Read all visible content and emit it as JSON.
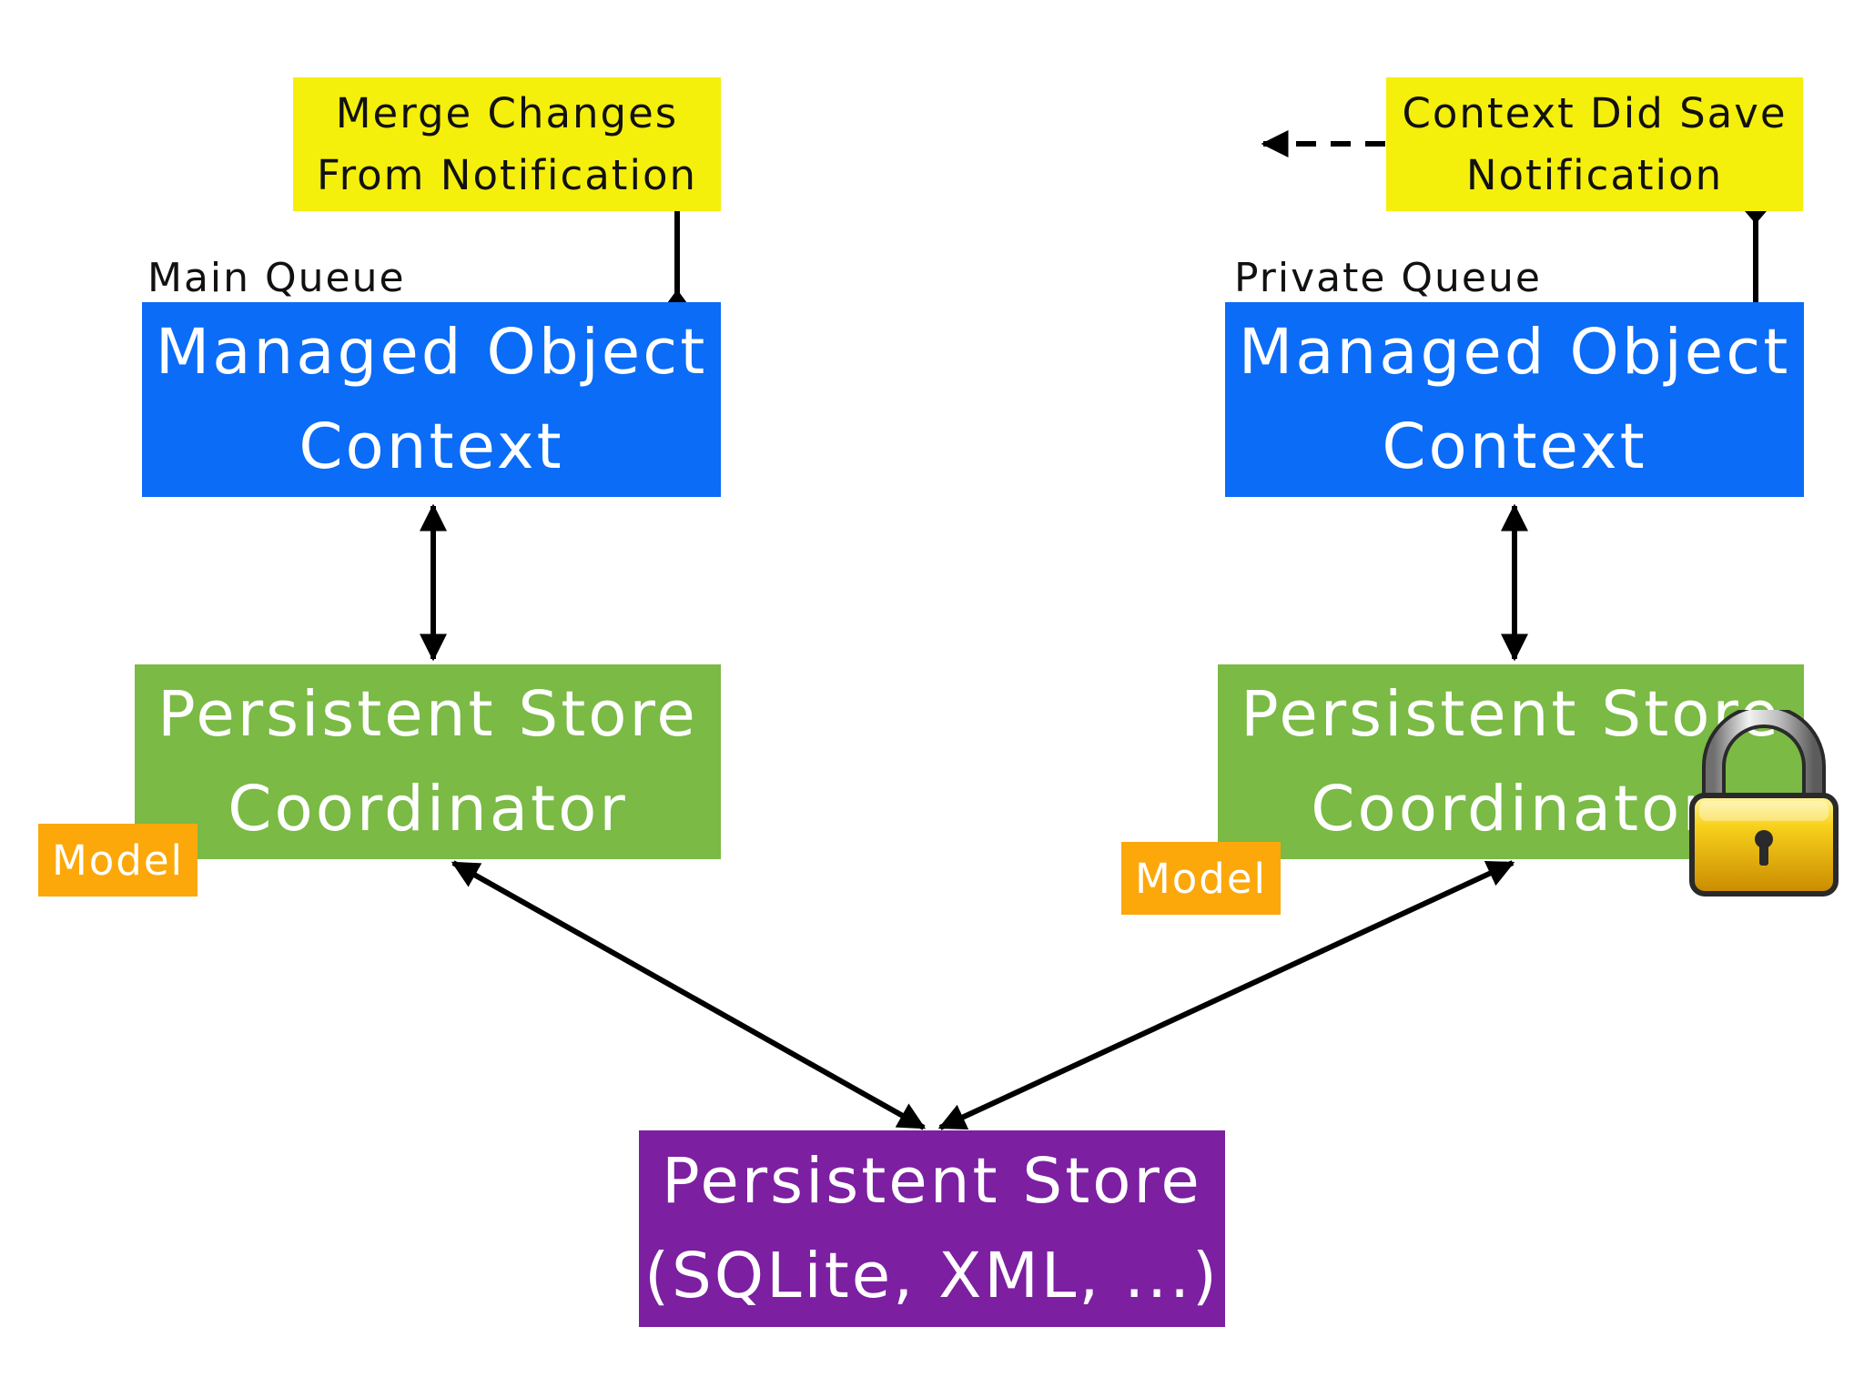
{
  "diagram": {
    "main": {
      "queue_label": "Main Queue",
      "merge_note": "Merge Changes\nFrom Notification",
      "context": "Managed Object\nContext",
      "coordinator": "Persistent Store\nCoordinator",
      "model": "Model"
    },
    "private": {
      "queue_label": "Private Queue",
      "save_note": "Context Did Save\nNotification",
      "context": "Managed Object\nContext",
      "coordinator": "Persistent Store\nCoordinator",
      "model": "Model"
    },
    "store": "Persistent Store\n(SQLite, XML, ...)",
    "icons": {
      "lock": "lock-icon"
    },
    "colors": {
      "note": "#f5ef0c",
      "context": "#0b6cf7",
      "coordinator": "#7aba45",
      "store": "#7c1fa1",
      "model": "#fca80a"
    }
  }
}
